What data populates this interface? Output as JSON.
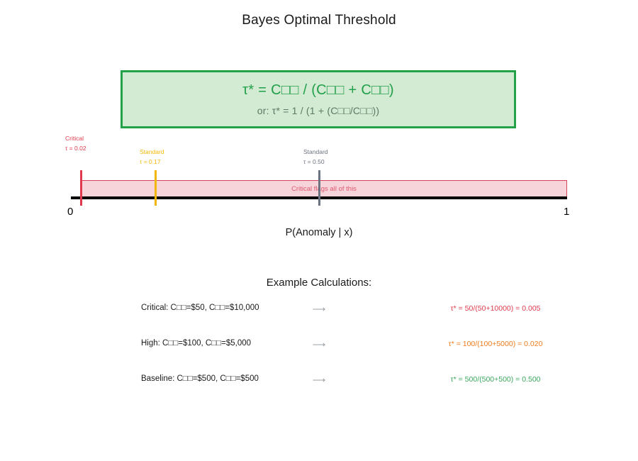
{
  "title": "Bayes Optimal Threshold",
  "formula": {
    "main": "τ* = C□□ / (C□□ + C□□)",
    "alt": "or: τ* = 1 / (1 + (C□□/C□□))",
    "box_fill": "#d3ead3",
    "box_border": "#23a24a",
    "main_color": "#22a04a",
    "alt_color": "#5b7a64"
  },
  "axis": {
    "caption": "P(Anomaly | x)",
    "min_label": "0",
    "max_label": "1",
    "xlim": [
      0,
      1
    ],
    "band": {
      "label": "Critical flags all of this",
      "start": 0.02,
      "end": 1.0,
      "fill": "#f7d4da",
      "border": "#d6445c",
      "text_color": "#e0596f"
    },
    "markers": [
      {
        "name": "Critical",
        "tau_label": "τ = 0.02",
        "value": 0.02,
        "color": "#e03a4e"
      },
      {
        "name": "Standard",
        "tau_label": "τ = 0.17",
        "value": 0.17,
        "color": "#f2b705"
      },
      {
        "name": "Standard",
        "tau_label": "τ = 0.50",
        "value": 0.5,
        "color": "#6b7280"
      }
    ]
  },
  "examples": {
    "heading": "Example Calculations:",
    "arrow": "⟶",
    "arrow_color": "#9aa0a6",
    "rows": [
      {
        "left": "Critical: C□□=$50, C□□=$10,000",
        "right": "τ* = 50/(50+10000) = 0.005",
        "color": "#e03a4e"
      },
      {
        "left": "High: C□□=$100, C□□=$5,000",
        "right": "τ* = 100/(100+5000) = 0.020",
        "color": "#f07c1e"
      },
      {
        "left": "Baseline: C□□=$500, C□□=$500",
        "right": "τ* = 500/(500+500) = 0.500",
        "color": "#3aa85c"
      }
    ]
  },
  "chart_data": {
    "type": "line",
    "title": "Bayes Optimal Threshold",
    "xlabel": "P(Anomaly | x)",
    "ylabel": "",
    "xlim": [
      0,
      1
    ],
    "grid": false,
    "legend": "none",
    "annotations": [
      "τ* = C□□ / (C□□ + C□□)",
      "or: τ* = 1 / (1 + (C□□/C□□))",
      "Critical flags all of this",
      "Example Calculations:"
    ],
    "thresholds": [
      {
        "name": "Critical",
        "tau": 0.02,
        "color": "#e03a4e"
      },
      {
        "name": "Standard",
        "tau": 0.17,
        "color": "#f2b705"
      },
      {
        "name": "Standard",
        "tau": 0.5,
        "color": "#6b7280"
      }
    ],
    "shaded_region": {
      "label": "Critical flags all of this",
      "from": 0.02,
      "to": 1.0
    },
    "calculations": [
      {
        "case": "Critical",
        "c_fn": 50,
        "c_fp": 10000,
        "tau": 0.005
      },
      {
        "case": "High",
        "c_fn": 100,
        "c_fp": 5000,
        "tau": 0.02
      },
      {
        "case": "Baseline",
        "c_fn": 500,
        "c_fp": 500,
        "tau": 0.5
      }
    ]
  }
}
